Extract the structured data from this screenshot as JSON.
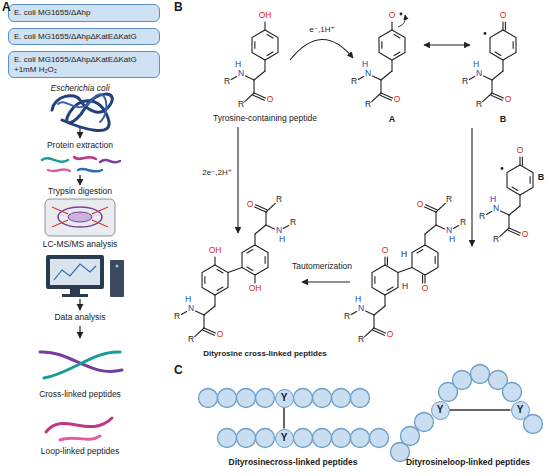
{
  "diagram": {
    "nodes": [
      {
        "text": [
          "E. coli MG1655/ΔAhp"
        ]
      },
      {
        "text": [
          "E. coli MG1655/ΔAhpΔKatEΔKatG"
        ]
      },
      {
        "text": [
          "E. coli MG1655/ΔAhpΔKatEΔKatG +1mM H₂O₂"
        ]
      },
      {
        "text": [
          "Y"
        ]
      },
      {
        "text": [
          "Y"
        ]
      },
      {
        "text": [
          "Y"
        ]
      },
      {
        "text": [
          "Y"
        ]
      }
    ],
    "edges": [
      {
        "from": 3,
        "to": 4,
        "arrow": "none"
      },
      {
        "from": 5,
        "to": 6,
        "arrow": "none"
      }
    ],
    "labels": [
      "A",
      "Escherichia coli",
      "Protein extraction",
      "Trypsin digestion",
      "LC-MS/MS analysis",
      "Data analysis",
      "Cross-linked peptides",
      "Loop-linked peptides",
      "B",
      "Tyrosine-containing peptide",
      "e⁻,1H⁺",
      "A",
      "B",
      "B",
      "2e⁻,2H⁺",
      "Tautomerization",
      "Dityrosine cross-linked peptides",
      "C",
      "Dityrosinecross-linked peptides",
      "Dityrosineloop-linked peptides",
      "OH",
      "H",
      "N",
      "R",
      "O",
      "R",
      "O",
      "H",
      "N",
      "R",
      "O",
      "R",
      "O",
      "H",
      "N",
      "R",
      "O",
      "R",
      "O",
      "H",
      "N",
      "R",
      "O",
      "R",
      "O",
      "H",
      "N",
      "R",
      "O",
      "R",
      "O",
      "H",
      "N",
      "R",
      "O",
      "R",
      "OH",
      "H",
      "N",
      "R",
      "O",
      "R",
      "OH",
      "H",
      "N",
      "R",
      "O",
      "R",
      "H",
      "H"
    ]
  }
}
